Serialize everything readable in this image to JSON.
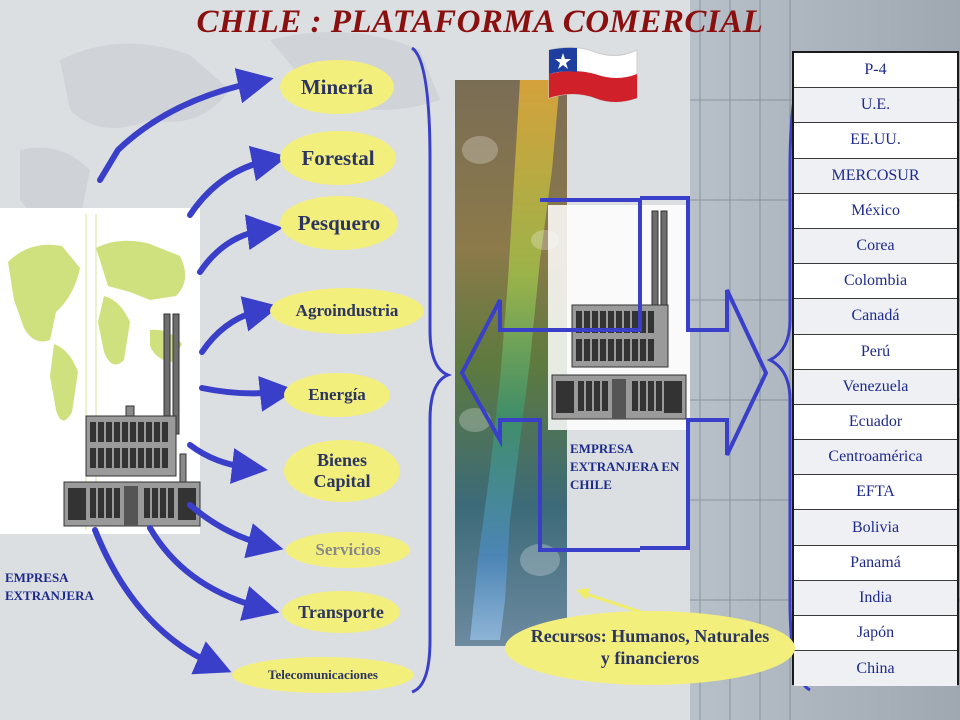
{
  "title": "CHILE : PLATAFORMA COMERCIAL",
  "sectors": [
    "Minería",
    "Forestal",
    "Pesquero",
    "Agroindustria",
    "Energía",
    "Bienes Capital",
    "Servicios",
    "Transporte",
    "Telecomunicaciones"
  ],
  "foreign_company_label": "EMPRESA EXTRANJERA",
  "foreign_company_chile_label": "EMPRESA EXTRANJERA EN CHILE",
  "resources_label": "Recursos: Humanos, Naturales y financieros",
  "markets": [
    "P-4",
    "U.E.",
    "EE.UU.",
    "MERCOSUR",
    "México",
    "Corea",
    "Colombia",
    "Canadá",
    "Perú",
    "Venezuela",
    "Ecuador",
    "Centroamérica",
    "EFTA",
    "Bolivia",
    "Panamá",
    "India",
    "Japón",
    "China"
  ],
  "colors": {
    "title": "#8a0f0f",
    "oval": "#f3ef7c",
    "arrows": "#3a3fc9",
    "text": "#1d2a8a"
  }
}
